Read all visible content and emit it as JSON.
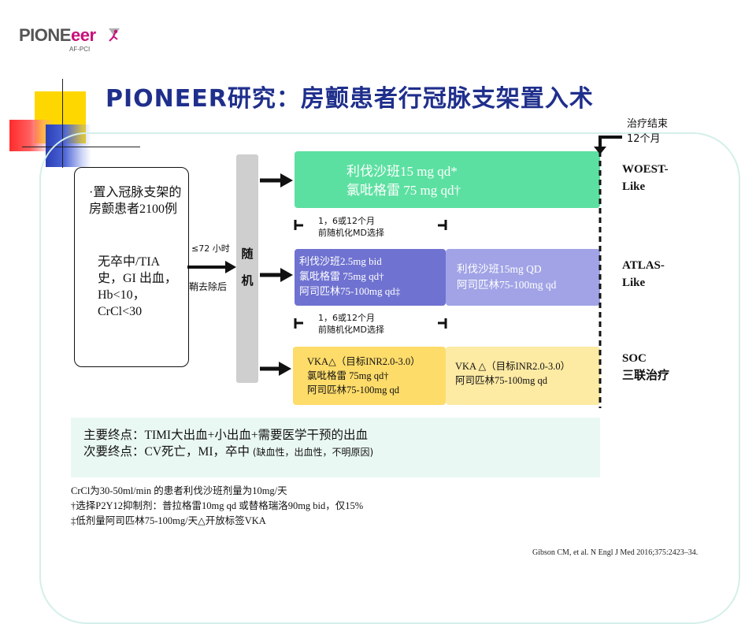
{
  "logo": {
    "word_part1": "PIONE",
    "word_part2": "e",
    "word_part3": "er",
    "sub": "AF-PCI"
  },
  "title": "PIONEER研究：房颤患者行冠脉支架置入术",
  "treatment_end": {
    "line1": "治疗结束",
    "line2": "12个月"
  },
  "patients": {
    "line1": "·置入冠脉支架的房颤患者2100例",
    "line2": "无卒中/TIA史，GI 出血，Hb<10，CrCl<30"
  },
  "timing": {
    "hours": "≤72 小时",
    "sheath": "鞘去除后"
  },
  "randomize": {
    "char1": "随",
    "char2": "机"
  },
  "arms": {
    "arm1": {
      "line1": "利伐沙班15 mg qd*",
      "line2": "氯吡格雷 75 mg qd†"
    },
    "arm2a": {
      "line1": "利伐沙班2.5mg bid",
      "line2": "氯吡格雷 75mg qd†",
      "line3": "阿司匹林75-100mg qd‡"
    },
    "arm2b": {
      "line1": "利伐沙班15mg QD",
      "line2": "阿司匹林75-100mg qd"
    },
    "arm3a": {
      "line1": "VKA△（目标INR2.0-3.0）",
      "line2": "氯吡格雷 75mg qd†",
      "line3": "阿司匹林75-100mg qd"
    },
    "arm3b": {
      "line1": "VKA △（目标INR2.0-3.0）",
      "line2": "阿司匹林75-100mg qd"
    }
  },
  "rerandomization": {
    "line1": "1，6或12个月",
    "line2": "前随机化MD选择"
  },
  "side_labels": {
    "woest": {
      "line1": "WOEST-",
      "line2": "Like"
    },
    "atlas": {
      "line1": "ATLAS-",
      "line2": "Like"
    },
    "soc": {
      "line1": "SOC",
      "line2": "三联治疗"
    }
  },
  "endpoints": {
    "primary": "主要终点：TIMI大出血+小出血+需要医学干预的出血",
    "secondary": "次要终点：CV死亡，MI，卒中",
    "secondary_note": "(缺血性，出血性，不明原因)"
  },
  "notes": [
    "CrCl为30-50ml/min 的患者利伐沙班剂量为10mg/天",
    "†选择P2Y12抑制剂：普拉格雷10mg qd 或替格瑞洛90mg bid，仅15%",
    "‡低剂量阿司匹林75-100mg/天△开放标签VKA"
  ],
  "citation": "Gibson CM, et al. N Engl J Med 2016;375:2423–34.",
  "colors": {
    "title": "#1f2f8c",
    "arm_green": "#5ce0a1",
    "arm_purple": "#6f72d0",
    "arm_lavender": "#a1a3e6",
    "arm_yellow": "#fedc6a",
    "arm_pale_yellow": "#fdeaa3",
    "endpoint_bg": "#eaf8f3"
  }
}
